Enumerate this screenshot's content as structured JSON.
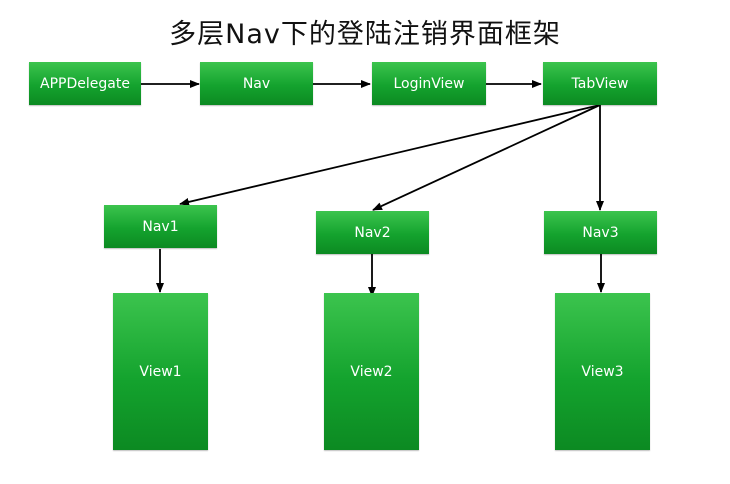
{
  "title": "多层Nav下的登陆注销界面框架",
  "nodes": {
    "app_delegate": "APPDelegate",
    "nav": "Nav",
    "login_view": "LoginView",
    "tab_view": "TabView",
    "nav1": "Nav1",
    "nav2": "Nav2",
    "nav3": "Nav3",
    "view1": "View1",
    "view2": "View2",
    "view3": "View3"
  },
  "edges": [
    [
      "app_delegate",
      "nav"
    ],
    [
      "nav",
      "login_view"
    ],
    [
      "login_view",
      "tab_view"
    ],
    [
      "tab_view",
      "nav1"
    ],
    [
      "tab_view",
      "nav2"
    ],
    [
      "tab_view",
      "nav3"
    ],
    [
      "nav1",
      "view1"
    ],
    [
      "nav2",
      "view2"
    ],
    [
      "nav3",
      "view3"
    ]
  ],
  "colors": {
    "box_top": "#3cc44e",
    "box_bottom": "#0c8a22",
    "arrow": "#000000"
  }
}
